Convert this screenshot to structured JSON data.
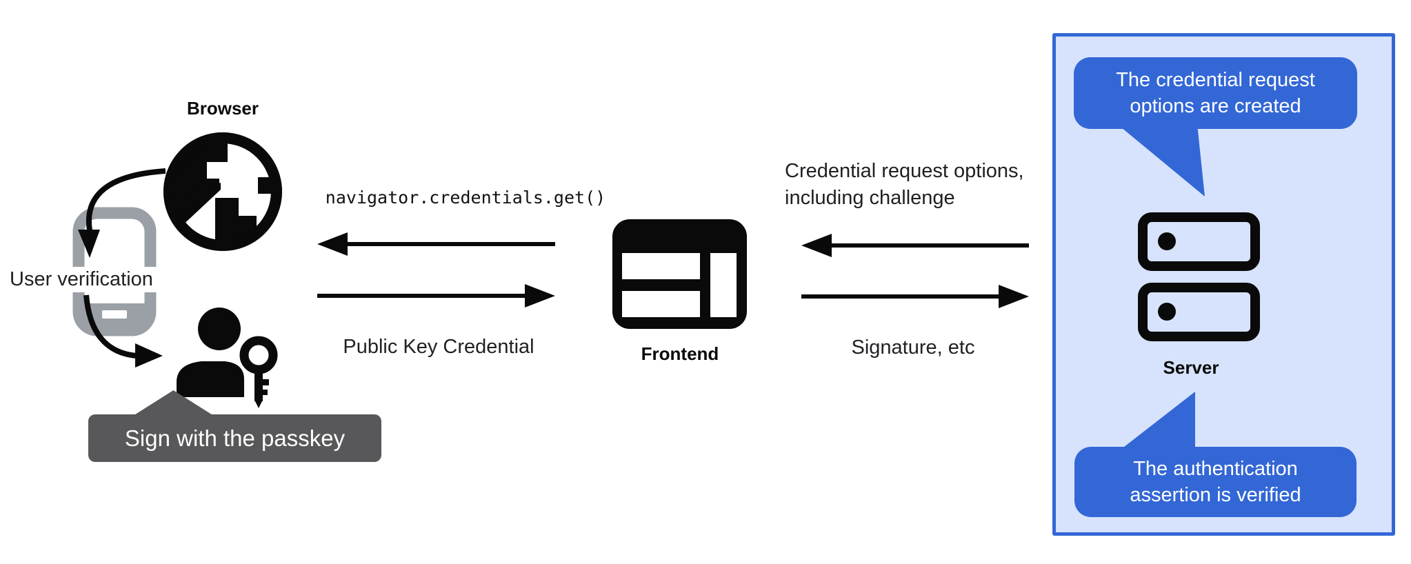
{
  "browser": {
    "label": "Browser"
  },
  "user_verification": {
    "label": "User verification"
  },
  "passkey_tooltip": {
    "label": "Sign with the passkey"
  },
  "frontend": {
    "label": "Frontend"
  },
  "server": {
    "label": "Server"
  },
  "flows": {
    "navigator_call": "navigator.credentials.get()",
    "public_key_credential": "Public Key Credential",
    "credential_request": [
      "Credential request options,",
      "including challenge"
    ],
    "signature": "Signature, etc"
  },
  "server_callouts": {
    "request_created": [
      "The credential request",
      "options are created"
    ],
    "assertion_verified": [
      "The authentication",
      "assertion is verified"
    ]
  },
  "icons": {
    "globe": "globe-icon",
    "phone": "phone-icon",
    "person_with_key": "person-key-icon",
    "browser_window": "browser-window-icon",
    "server_racks": "server-racks-icon",
    "arrows": [
      "arrow-left-get",
      "arrow-right-public-key",
      "arrow-left-credential-request",
      "arrow-right-signature",
      "curved-arrow-globe-to-phone",
      "curved-arrow-phone-to-person"
    ]
  },
  "colors": {
    "accent_blue": "#3367d6",
    "panel_fill": "#d7e3fc",
    "tooltip_gray": "#58585a",
    "phone_gray": "#9aa0a6",
    "icon_black": "#0a0a0a",
    "text_dark": "#202124"
  }
}
